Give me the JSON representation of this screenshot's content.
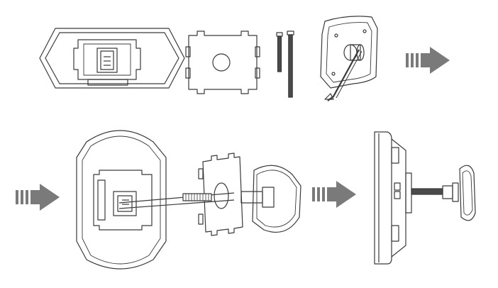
{
  "diagram": {
    "steps": [
      {
        "label": "",
        "parts": [
          "monitor-plate",
          "mounting-plate",
          "screws",
          "door-viewer-lens"
        ]
      },
      {
        "label": "",
        "parts": [
          "monitor-plate",
          "mounting-plate",
          "door-viewer-lens",
          "ribbon-cable"
        ]
      },
      {
        "label": "",
        "parts": [
          "assembled-side-view"
        ]
      }
    ],
    "arrows": [
      "step-arrow",
      "step-arrow",
      "step-arrow"
    ],
    "colors": {
      "line": "#3a3a3a",
      "arrow": "#7a7a7a",
      "background": "#ffffff",
      "screw_thread": "#4a4a4a"
    }
  }
}
